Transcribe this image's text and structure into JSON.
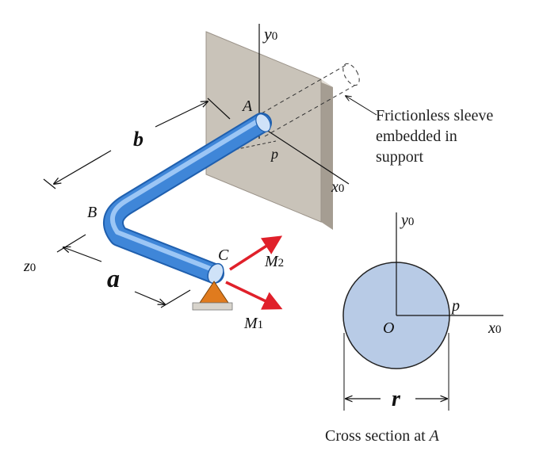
{
  "colors": {
    "pipe": "#3f86d8",
    "pipe_light": "#9cc6f5",
    "wall": "#c9c3b9",
    "wall_edge": "#a59d92",
    "support": "#e07b1e",
    "arrow": "#e0202a",
    "section_fill": "#b8cbe6"
  },
  "labels": {
    "y0_top": "y",
    "y0_top_sub": "0",
    "A": "A",
    "p_wall": "p",
    "x0_wall": "x",
    "x0_wall_sub": "0",
    "b": "b",
    "B": "B",
    "z0": "z",
    "z0_sub": "0",
    "a": "a",
    "C": "C",
    "M2": "M",
    "M2_sub": "2",
    "M1": "M",
    "M1_sub": "1"
  },
  "sleeve_note": [
    "Frictionless sleeve",
    "embedded in",
    "support"
  ],
  "section": {
    "y0": "y",
    "y0_sub": "0",
    "x0": "x",
    "x0_sub": "0",
    "O": "O",
    "p": "p",
    "r": "r",
    "caption_prefix": "Cross section at ",
    "caption_point": "A"
  }
}
